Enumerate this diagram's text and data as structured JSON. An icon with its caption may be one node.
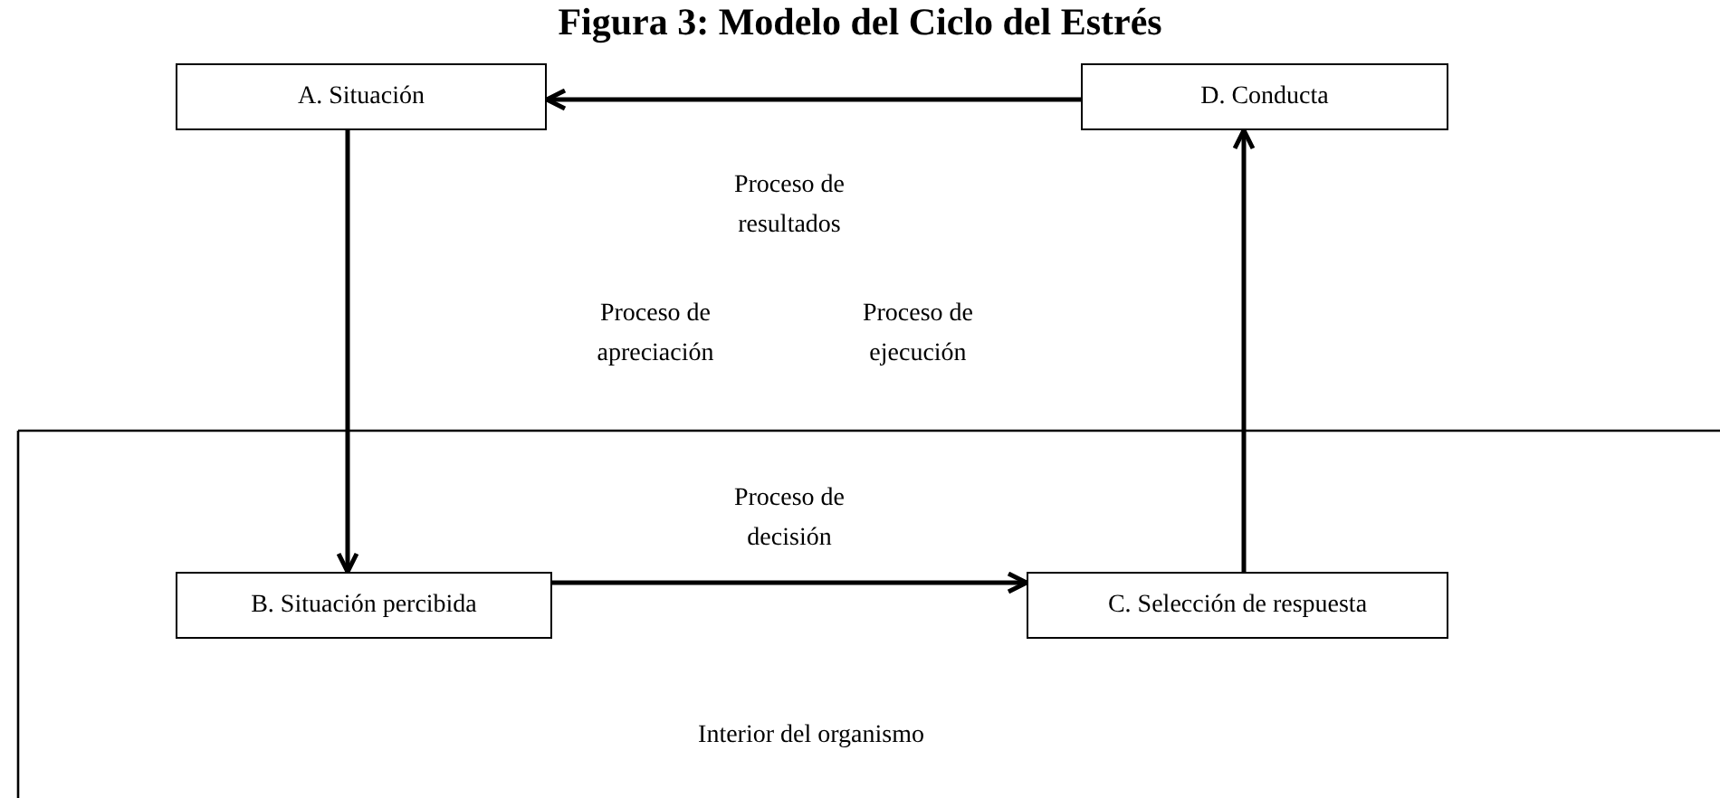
{
  "diagram": {
    "title": "Figura 3: Modelo del Ciclo del Estrés",
    "nodes": [
      {
        "text": [
          "A. Situación"
        ]
      },
      {
        "text": [
          "D. Conducta"
        ]
      },
      {
        "text": [
          "B. Situación percibida"
        ]
      },
      {
        "text": [
          "C. Selección de respuesta"
        ]
      }
    ],
    "edges": [
      {
        "from": 1,
        "to": 0,
        "arrow": "to"
      },
      {
        "from": 0,
        "to": 2,
        "arrow": "to"
      },
      {
        "from": 2,
        "to": 3,
        "arrow": "to"
      },
      {
        "from": 3,
        "to": 1,
        "arrow": "to"
      }
    ],
    "labels": [
      "Proceso de resultados",
      "Proceso de apreciación",
      "Proceso de ejecución",
      "Proceso de decisión",
      "Interior del organismo"
    ]
  }
}
